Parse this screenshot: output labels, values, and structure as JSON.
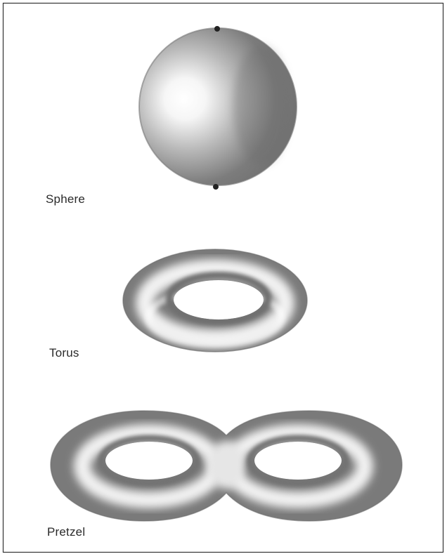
{
  "figure": {
    "shapes": [
      {
        "id": "sphere",
        "label": "Sphere"
      },
      {
        "id": "torus",
        "label": "Torus"
      },
      {
        "id": "pretzel",
        "label": "Pretzel"
      }
    ]
  }
}
